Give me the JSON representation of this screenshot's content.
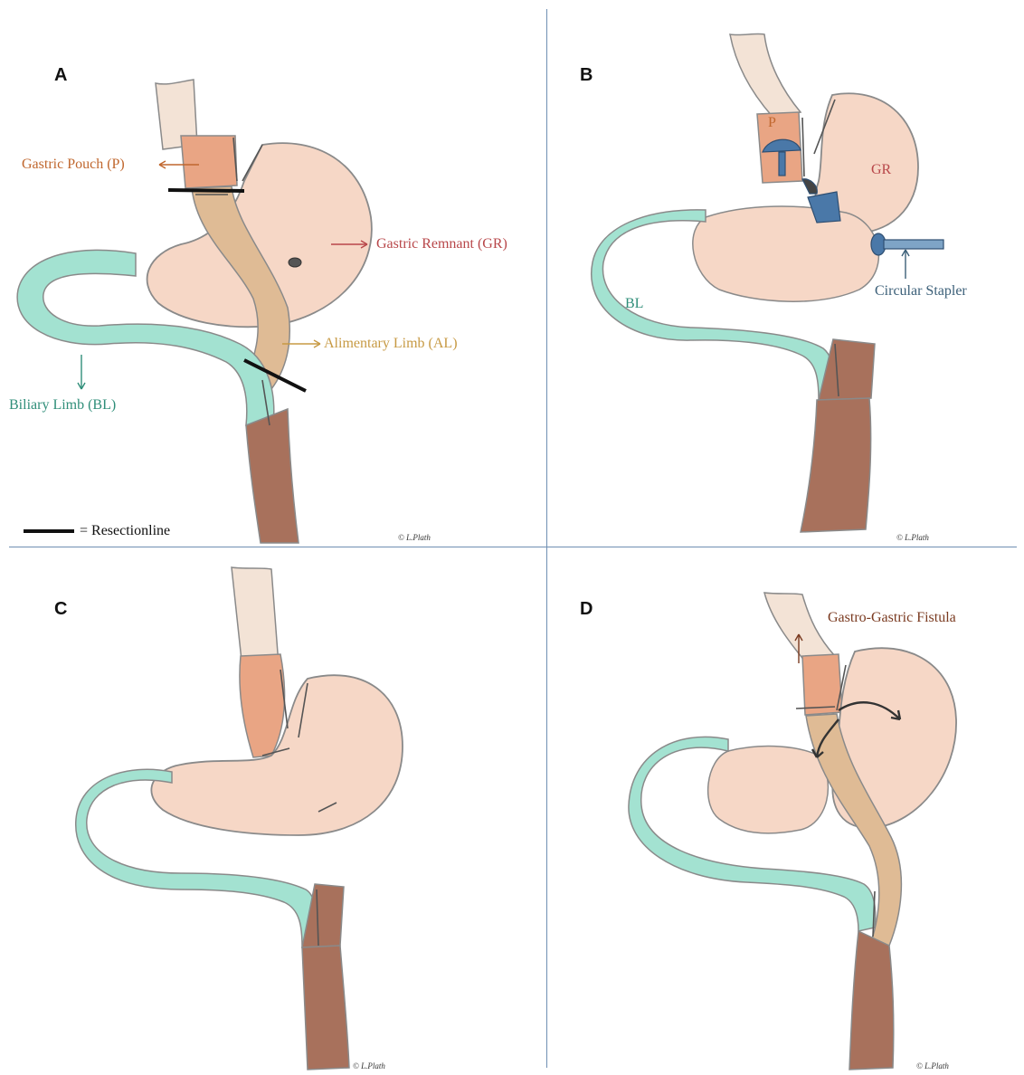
{
  "panels": {
    "a": {
      "letter": "A",
      "labels": {
        "gastric_pouch": "Gastric Pouch (P)",
        "gastric_remnant": "Gastric Remnant (GR)",
        "alimentary_limb": "Alimentary Limb (AL)",
        "biliary_limb": "Biliary Limb (BL)",
        "legend": "= Resectionline"
      },
      "copyright": "© L.Plath"
    },
    "b": {
      "letter": "B",
      "labels": {
        "pouch": "P",
        "remnant": "GR",
        "biliary": "BL",
        "stapler": "Circular Stapler"
      },
      "copyright": "© L.Plath"
    },
    "c": {
      "letter": "C",
      "copyright": "© L.Plath"
    },
    "d": {
      "letter": "D",
      "labels": {
        "fistula": "Gastro-Gastric Fistula"
      },
      "copyright": "© L.Plath"
    }
  },
  "colors": {
    "stomach": "#f6d7c6",
    "pouch": "#e79b7a",
    "alimentary": "#d9b48a",
    "biliary": "#9fe0cf",
    "jejunum": "#a8715c",
    "outline": "#8a8a8a",
    "stapler": "#4a78a8",
    "divider": "#6f8fb3"
  }
}
